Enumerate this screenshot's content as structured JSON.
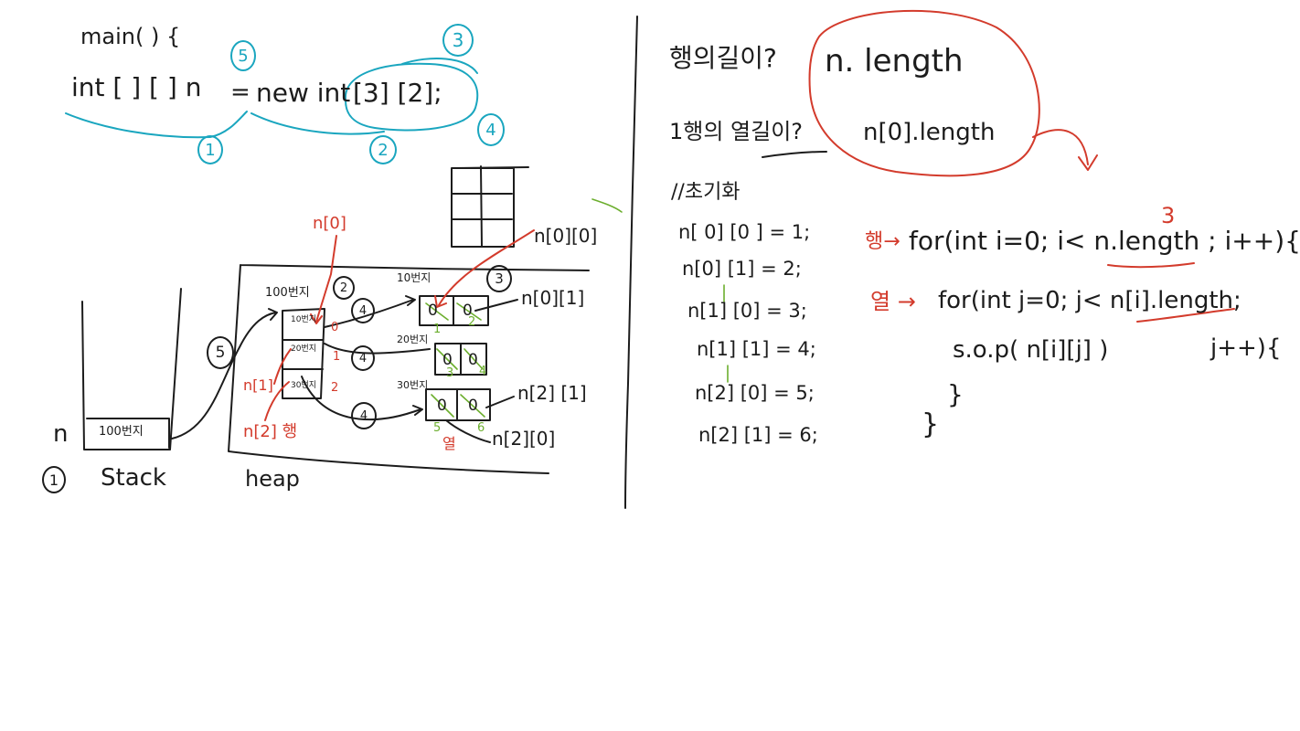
{
  "left": {
    "main_line": "main( ) {",
    "declaration": {
      "lhs": "int [ ] [ ] n",
      "eq": "=",
      "rhs_new": "new int",
      "rhs_dims": "[3] [2];",
      "step_lhs": "1",
      "step_eq": "5",
      "step_new": "2",
      "step_dims": "3",
      "step_semicolon": "4"
    },
    "memory": {
      "var_name": "n",
      "stack_cell": "100번지",
      "stack_label": "Stack",
      "stack_step": "1",
      "heap_label": "heap",
      "array_addr": "100번지",
      "row_addrs": [
        "10번지",
        "20번지",
        "30번지"
      ],
      "row_indices": [
        "0",
        "1",
        "2"
      ],
      "row_values": [
        [
          "0",
          "0"
        ],
        [
          "0",
          "0"
        ],
        [
          "0",
          "0"
        ]
      ],
      "new_values": [
        [
          "1",
          "2"
        ],
        [
          "3",
          "4"
        ],
        [
          "5",
          "6"
        ]
      ],
      "row_blocks": [
        "10번지",
        "20번지",
        "30번지"
      ],
      "step_marks": [
        "2",
        "3",
        "4",
        "4",
        "4",
        "5"
      ],
      "labels": {
        "n0": "n[0]",
        "n1": "n[1]",
        "n2": "n[2] 행",
        "n00": "n[0][0]",
        "n01": "n[0][1]",
        "n21": "n[2] [1]",
        "n20": "n[2][0]",
        "col": "열"
      }
    }
  },
  "right": {
    "row_len_q": "행의길이?",
    "row_len_a": "n. length",
    "col_len_q": "1행의 열길이?",
    "col_len_a": "n[0].length",
    "init_comment": "//초기화",
    "init_lines": [
      "n[ 0] [0 ] = 1;",
      "n[0] [1] = 2;",
      "n[1] [0] = 3;",
      "n[1] [1] = 4;",
      "n[2] [0] = 5;",
      "n[2] [1] = 6;"
    ],
    "row_tag": "행→",
    "col_tag": "열 →",
    "for_outer": "for(int i=0; i< n.length ; i++){",
    "for_outer_note": "3",
    "for_inner": "for(int j=0; j< n[i].length;",
    "inner_incr": "j++){",
    "print_stmt": "s.o.p( n[i][j] )",
    "close_inner": "}",
    "close_outer": "}"
  },
  "colors": {
    "ink": "#1c1c1c",
    "red": "#d33b2c",
    "teal": "#1aa6bf",
    "green": "#6cae2e"
  }
}
